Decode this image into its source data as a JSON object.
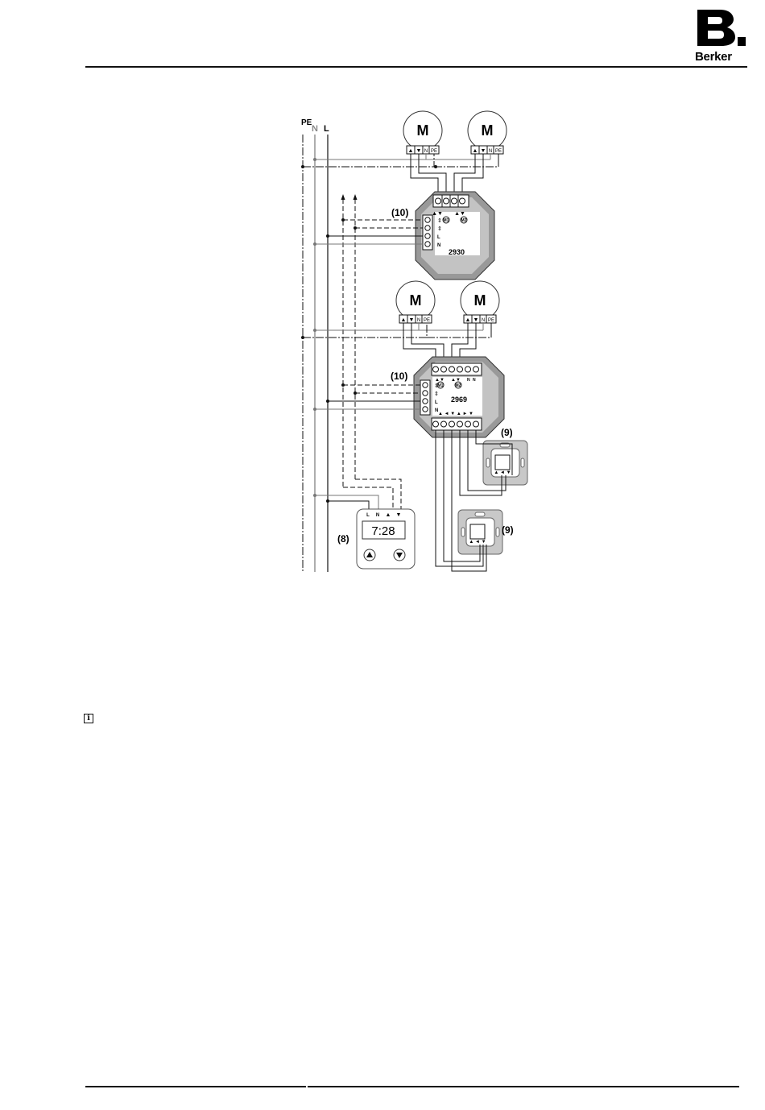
{
  "brand": {
    "letter": "B.",
    "name": "Berker"
  },
  "diagram": {
    "conductors": {
      "pe": "PE",
      "n": "N",
      "l": "L"
    },
    "motors": [
      "M",
      "M",
      "M",
      "M"
    ],
    "motor_terminals": {
      "n": "N",
      "pe": "PE"
    },
    "actuator_top": {
      "model": "2930",
      "callout": "(10)",
      "m1": "M1",
      "m2": "M2",
      "side_terms": [
        "L",
        "N"
      ]
    },
    "actuator_bottom": {
      "model": "2969",
      "callout": "(10)",
      "m1": "M1",
      "m2": "M2",
      "side_terms": [
        "L",
        "N"
      ],
      "top_terms": [
        "N",
        "N"
      ]
    },
    "pushbutton_callout_upper": "(9)",
    "pushbutton_callout_lower": "(9)",
    "timer": {
      "callout": "(8)",
      "display": "7:28",
      "terms": [
        "L",
        "N"
      ]
    }
  }
}
